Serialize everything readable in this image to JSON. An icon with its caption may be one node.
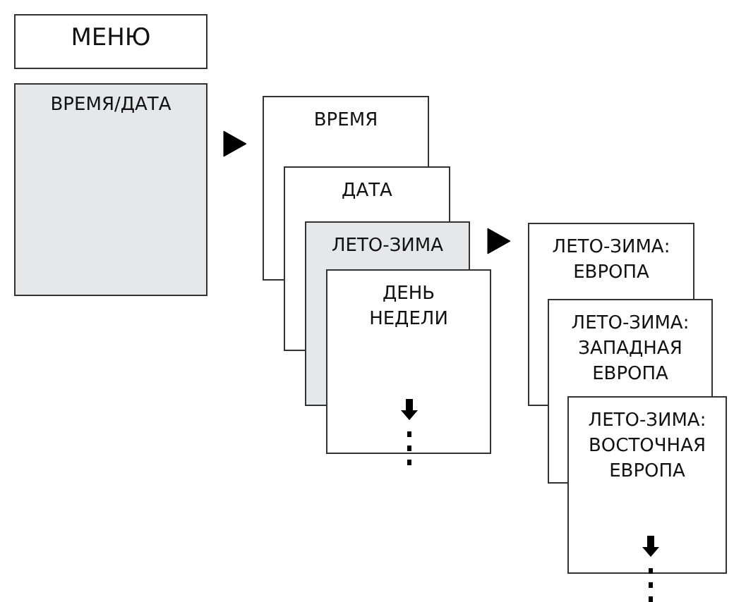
{
  "diagram": {
    "nodes": [
      {
        "text": [
          "МЕНЮ"
        ]
      },
      {
        "text": [
          "ВРЕМЯ/ДАТА"
        ]
      },
      {
        "text": [
          "ВРЕМЯ"
        ]
      },
      {
        "text": [
          "ДАТА"
        ]
      },
      {
        "text": [
          "ЛЕТО-ЗИМА"
        ]
      },
      {
        "text": [
          "ДЕНЬ НЕДЕЛИ"
        ]
      },
      {
        "text": [
          "ЛЕТО-ЗИМА: ЕВРОПА"
        ]
      },
      {
        "text": [
          "ЛЕТО-ЗИМА: ЗАПАДНАЯ ЕВРОПА"
        ]
      },
      {
        "text": [
          "ЛЕТО-ЗИМА: ВОСТОЧНАЯ ЕВРОПА"
        ]
      }
    ],
    "edges": [
      {
        "from": 1,
        "to": 2,
        "arrow": "to"
      },
      {
        "from": 4,
        "to": 6,
        "arrow": "to"
      }
    ]
  }
}
